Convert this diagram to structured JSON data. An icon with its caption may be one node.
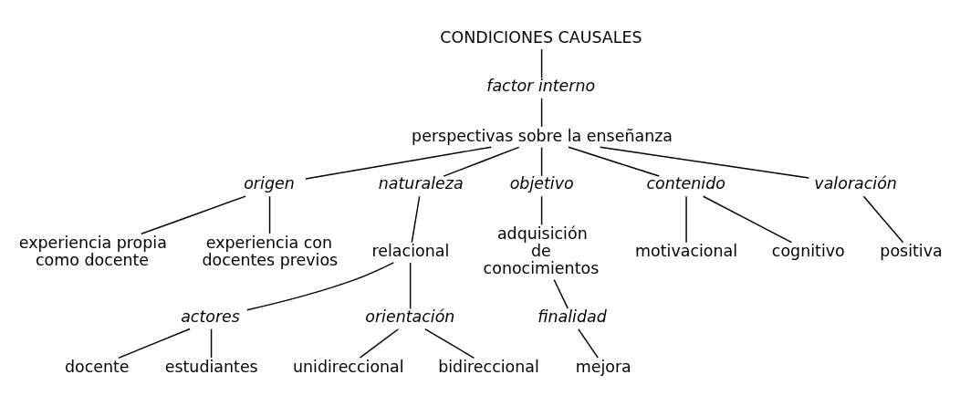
{
  "diagram": {
    "nodes": [
      {
        "text": [
          "CONDICIONES CAUSALES"
        ]
      },
      {
        "text": [
          "factor interno"
        ]
      },
      {
        "text": [
          "perspectivas sobre la enseñanza"
        ]
      },
      {
        "text": [
          "origen"
        ]
      },
      {
        "text": [
          "naturaleza"
        ]
      },
      {
        "text": [
          "objetivo"
        ]
      },
      {
        "text": [
          "contenido"
        ]
      },
      {
        "text": [
          "valoración"
        ]
      },
      {
        "text": [
          "experiencia propia como docente"
        ]
      },
      {
        "text": [
          "experiencia con docentes previos"
        ]
      },
      {
        "text": [
          "relacional"
        ]
      },
      {
        "text": [
          "adquisición de conocimientos"
        ]
      },
      {
        "text": [
          "motivacional"
        ]
      },
      {
        "text": [
          "cognitivo"
        ]
      },
      {
        "text": [
          "positiva"
        ]
      },
      {
        "text": [
          "actores"
        ]
      },
      {
        "text": [
          "orientación"
        ]
      },
      {
        "text": [
          "docente"
        ]
      },
      {
        "text": [
          "estudiantes"
        ]
      },
      {
        "text": [
          "unidireccional"
        ]
      },
      {
        "text": [
          "bidireccional"
        ]
      },
      {
        "text": [
          "finalidad"
        ]
      },
      {
        "text": [
          "mejora"
        ]
      }
    ],
    "edges": [
      {
        "from": 0,
        "to": 1,
        "arrow": "none"
      },
      {
        "from": 1,
        "to": 2,
        "arrow": "none"
      },
      {
        "from": 2,
        "to": 3,
        "arrow": "none"
      },
      {
        "from": 2,
        "to": 4,
        "arrow": "none"
      },
      {
        "from": 2,
        "to": 5,
        "arrow": "none"
      },
      {
        "from": 2,
        "to": 6,
        "arrow": "none"
      },
      {
        "from": 2,
        "to": 7,
        "arrow": "none"
      },
      {
        "from": 3,
        "to": 8,
        "arrow": "none"
      },
      {
        "from": 3,
        "to": 9,
        "arrow": "none"
      },
      {
        "from": 4,
        "to": 10,
        "arrow": "none"
      },
      {
        "from": 5,
        "to": 11,
        "arrow": "none"
      },
      {
        "from": 6,
        "to": 12,
        "arrow": "none"
      },
      {
        "from": 6,
        "to": 13,
        "arrow": "none"
      },
      {
        "from": 7,
        "to": 14,
        "arrow": "none"
      },
      {
        "from": 10,
        "to": 15,
        "arrow": "none"
      },
      {
        "from": 10,
        "to": 16,
        "arrow": "none"
      },
      {
        "from": 15,
        "to": 17,
        "arrow": "none"
      },
      {
        "from": 15,
        "to": 18,
        "arrow": "none"
      },
      {
        "from": 16,
        "to": 19,
        "arrow": "none"
      },
      {
        "from": 16,
        "to": 20,
        "arrow": "none"
      },
      {
        "from": 11,
        "to": 21,
        "arrow": "none"
      },
      {
        "from": 21,
        "to": 22,
        "arrow": "none"
      }
    ]
  }
}
